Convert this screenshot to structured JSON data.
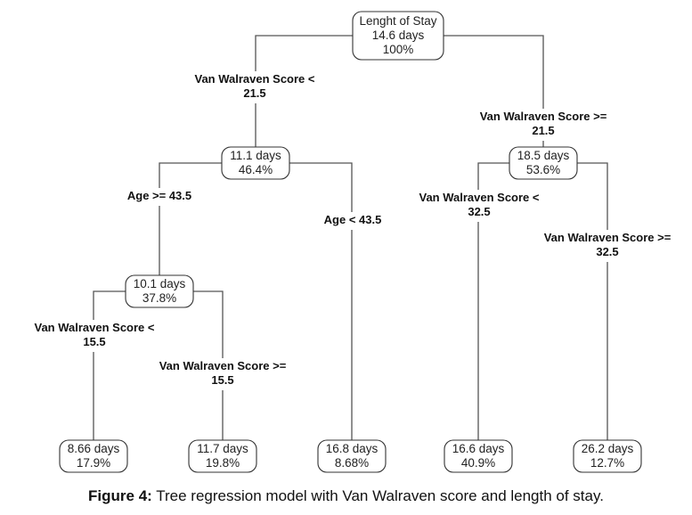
{
  "diagram": {
    "type": "regression-tree",
    "root": {
      "id": "n1",
      "lines": [
        "Lenght of Stay",
        "14.6 days",
        "100%"
      ]
    },
    "nodes": [
      {
        "id": "n1",
        "lines": [
          "Lenght of Stay",
          "14.6 days",
          "100%"
        ]
      },
      {
        "id": "n2",
        "lines": [
          "11.1 days",
          "46.4%"
        ]
      },
      {
        "id": "n3",
        "lines": [
          "18.5 days",
          "53.6%"
        ]
      },
      {
        "id": "n4",
        "lines": [
          "10.1 days",
          "37.8%"
        ]
      },
      {
        "id": "n5",
        "lines": [
          "8.66 days",
          "17.9%"
        ]
      },
      {
        "id": "n6",
        "lines": [
          "11.7 days",
          "19.8%"
        ]
      },
      {
        "id": "n7",
        "lines": [
          "16.8 days",
          "8.68%"
        ]
      },
      {
        "id": "n8",
        "lines": [
          "16.6 days",
          "40.9%"
        ]
      },
      {
        "id": "n9",
        "lines": [
          "26.2 days",
          "12.7%"
        ]
      }
    ],
    "edges": [
      {
        "from": "n1",
        "to": "n2",
        "label": [
          "Van Walraven Score <",
          "21.5"
        ]
      },
      {
        "from": "n1",
        "to": "n3",
        "label": [
          "Van Walraven Score >=",
          "21.5"
        ]
      },
      {
        "from": "n2",
        "to": "n4",
        "label": [
          "Age >= 43.5"
        ]
      },
      {
        "from": "n2",
        "to": "n7",
        "label": [
          "Age < 43.5"
        ]
      },
      {
        "from": "n4",
        "to": "n5",
        "label": [
          "Van Walraven Score <",
          "15.5"
        ]
      },
      {
        "from": "n4",
        "to": "n6",
        "label": [
          "Van Walraven Score >=",
          "15.5"
        ]
      },
      {
        "from": "n3",
        "to": "n8",
        "label": [
          "Van Walraven Score <",
          "32.5"
        ]
      },
      {
        "from": "n3",
        "to": "n9",
        "label": [
          "Van Walraven Score >=",
          "32.5"
        ]
      }
    ]
  },
  "caption": {
    "prefix": "Figure 4:",
    "text": " Tree regression model with Van Walraven score and length of stay."
  }
}
